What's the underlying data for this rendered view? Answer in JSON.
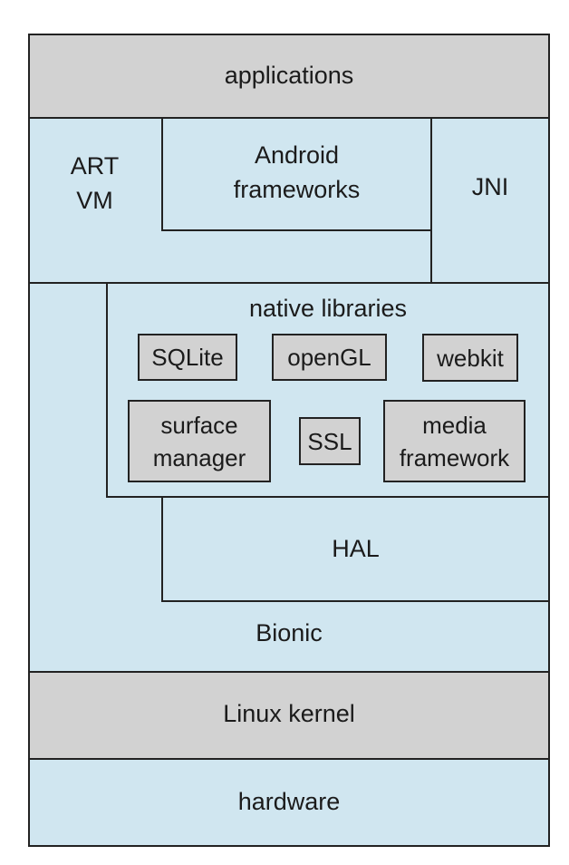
{
  "layers": {
    "applications": "applications",
    "art_vm": "ART\nVM",
    "android_frameworks": "Android\nframeworks",
    "jni": "JNI",
    "native_libraries": "native libraries",
    "hal": "HAL",
    "bionic": "Bionic",
    "linux_kernel": "Linux kernel",
    "hardware": "hardware"
  },
  "libraries": {
    "sqlite": "SQLite",
    "opengl": "openGL",
    "webkit": "webkit",
    "surface_manager": "surface\nmanager",
    "ssl": "SSL",
    "media_framework": "media\nframework"
  },
  "colors": {
    "layer_blue": "#d0e6f0",
    "layer_gray": "#d2d2d2",
    "border": "#222222"
  }
}
